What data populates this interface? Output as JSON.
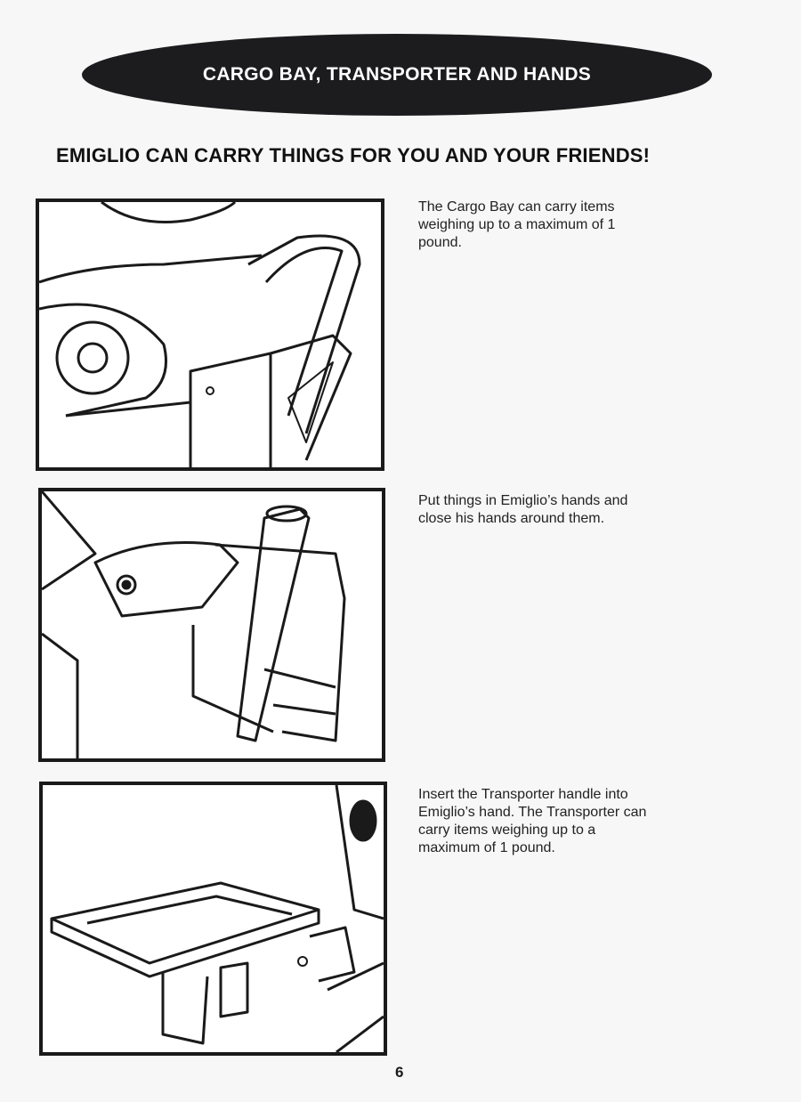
{
  "banner": {
    "title": "CARGO BAY, TRANSPORTER AND HANDS"
  },
  "headline": "EMIGLIO CAN CARRY THINGS FOR YOU AND YOUR FRIENDS!",
  "sections": [
    {
      "caption": "The Cargo Bay can carry items weighing up to a maximum of 1 pound."
    },
    {
      "caption": "Put things in Emiglio’s hands and close his hands around them."
    },
    {
      "caption": "Insert the Transporter handle into Emiglio’s hand. The Transporter can carry items weighing up to a maximum of 1 pound."
    }
  ],
  "page_number": "6"
}
